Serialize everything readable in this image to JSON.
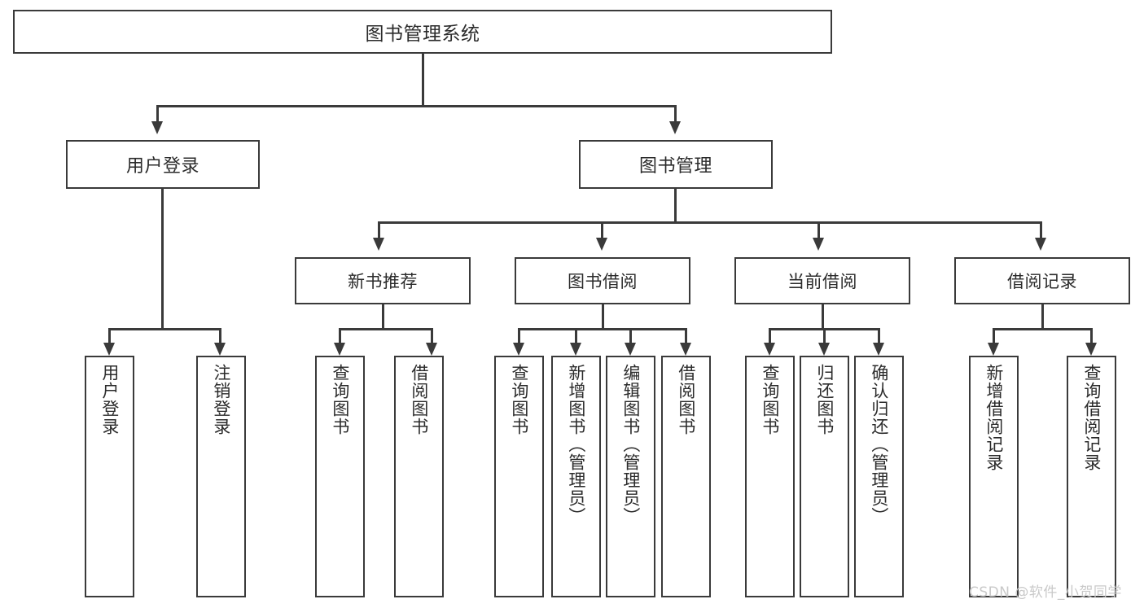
{
  "diagram": {
    "title": "图书管理系统",
    "type": "hierarchy-tree",
    "root": {
      "id": "root",
      "label": "图书管理系统"
    },
    "level2": [
      {
        "id": "user-login",
        "label": "用户登录"
      },
      {
        "id": "book-manage",
        "label": "图书管理"
      }
    ],
    "level3": [
      {
        "id": "new-book-recommend",
        "label": "新书推荐"
      },
      {
        "id": "book-borrow",
        "label": "图书借阅"
      },
      {
        "id": "current-borrow",
        "label": "当前借阅"
      },
      {
        "id": "borrow-record",
        "label": "借阅记录"
      }
    ],
    "leaves": {
      "user_login": [
        {
          "id": "leaf-user-login",
          "label": "用户登录"
        },
        {
          "id": "leaf-logout-login",
          "label": "注销登录"
        }
      ],
      "new_book_recommend": [
        {
          "id": "leaf-query-book-1",
          "label": "查询图书"
        },
        {
          "id": "leaf-borrow-book-1",
          "label": "借阅图书"
        }
      ],
      "book_borrow": [
        {
          "id": "leaf-query-book-2",
          "label": "查询图书"
        },
        {
          "id": "leaf-add-book",
          "label": "新增图书（管理员）"
        },
        {
          "id": "leaf-edit-book",
          "label": "编辑图书（管理员）"
        },
        {
          "id": "leaf-borrow-book-2",
          "label": "借阅图书"
        }
      ],
      "current_borrow": [
        {
          "id": "leaf-query-book-3",
          "label": "查询图书"
        },
        {
          "id": "leaf-return-book",
          "label": "归还图书"
        },
        {
          "id": "leaf-confirm-return",
          "label": "确认归还（管理员）"
        }
      ],
      "borrow_record": [
        {
          "id": "leaf-add-record",
          "label": "新增借阅记录"
        },
        {
          "id": "leaf-query-record",
          "label": "查询借阅记录"
        }
      ]
    }
  },
  "watermark": {
    "text": "CSDN @软件_小贺同学"
  },
  "colors": {
    "stroke": "#3a3a3a",
    "text": "#2b2b2b",
    "background": "#ffffff",
    "watermark": "#c9c9c9"
  }
}
